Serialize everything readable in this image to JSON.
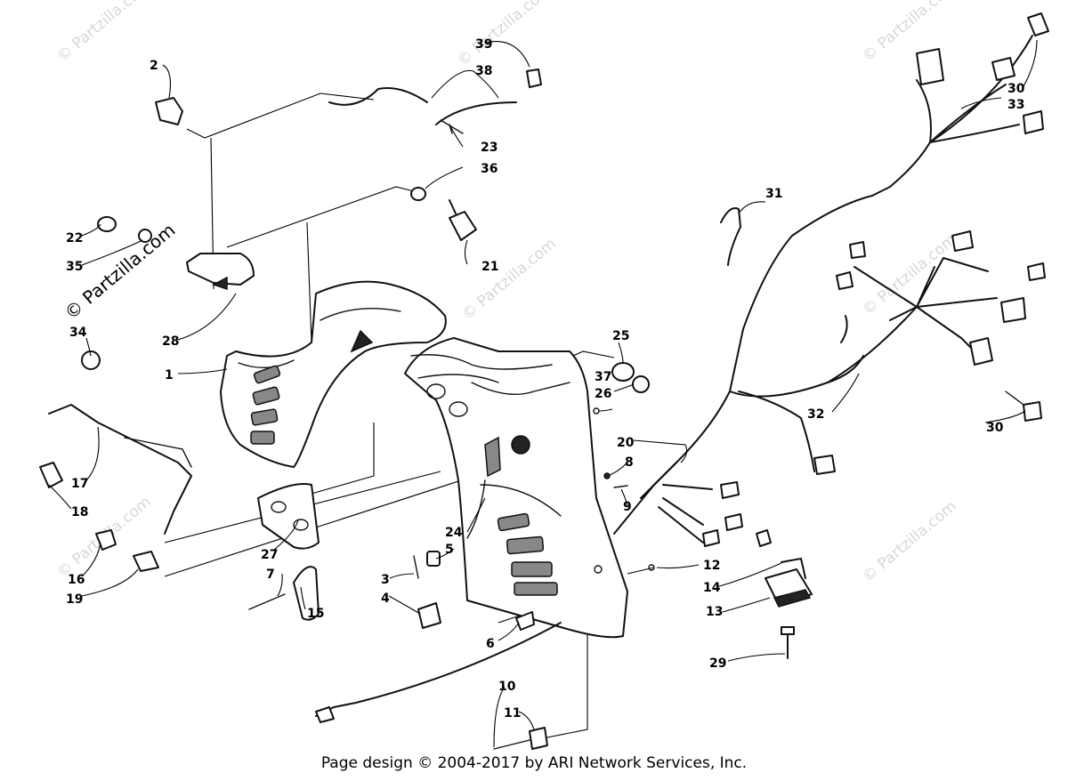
{
  "watermark": "© Partzilla.com",
  "footer": "Page design © 2004-2017 by ARI Network Services, Inc.",
  "callouts": {
    "c1": "1",
    "c2": "2",
    "c3": "3",
    "c4": "4",
    "c5": "5",
    "c6": "6",
    "c7": "7",
    "c8": "8",
    "c9": "9",
    "c10": "10",
    "c11": "11",
    "c12": "12",
    "c13": "13",
    "c14": "14",
    "c15": "15",
    "c16": "16",
    "c17": "17",
    "c18": "18",
    "c19": "19",
    "c20": "20",
    "c21": "21",
    "c22": "22",
    "c23": "23",
    "c24": "24",
    "c25": "25",
    "c26": "26",
    "c27": "27",
    "c28": "28",
    "c29": "29",
    "c30a": "30",
    "c30b": "30",
    "c31": "31",
    "c32": "32",
    "c33": "33",
    "c34": "34",
    "c35": "35",
    "c36": "36",
    "c37": "37",
    "c38": "38",
    "c39": "39"
  }
}
